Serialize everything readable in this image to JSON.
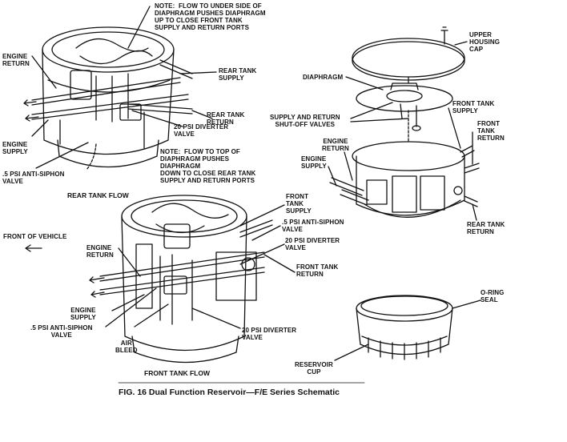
{
  "caption": "FIG. 16 Dual Function Reservoir—F/E Series Schematic",
  "sections": {
    "rear_tank_flow": "REAR TANK FLOW",
    "front_tank_flow": "FRONT TANK FLOW",
    "front_of_vehicle": "FRONT OF VEHICLE"
  },
  "notes": {
    "note_top": "NOTE:  FLOW TO UNDER SIDE OF\nDIAPHRAGM PUSHES DIAPHRAGM\nUP TO CLOSE FRONT TANK\nSUPPLY AND RETURN PORTS",
    "note_mid": "NOTE:  FLOW TO TOP OF\nDIAPHRAGM PUSHES\nDIAPHRAGM\nDOWN TO CLOSE REAR TANK\nSUPPLY AND RETURN PORTS"
  },
  "labels_rear": {
    "engine_return": "ENGINE\nRETURN",
    "engine_supply": "ENGINE\nSUPPLY",
    "rear_tank_supply": "REAR TANK\nSUPPLY",
    "rear_tank_return": "REAR TANK\nRETURN",
    "diverter_valve": "20 PSI DIVERTER\nVALVE",
    "anti_siphon": ".5 PSI ANTI-SIPHON\nVALVE"
  },
  "labels_front": {
    "front_tank_supply": "FRONT\nTANK\nSUPPLY",
    "anti_siphon": ".5 PSI ANTI-SIPHON\nVALVE",
    "diverter_valve": "20 PSI DIVERTER\nVALVE",
    "front_tank_return": "FRONT TANK\nRETURN",
    "engine_return": "ENGINE\nRETURN",
    "engine_supply": "ENGINE\nSUPPLY",
    "anti_siphon_left": ".5 PSI ANTI-SIPHON\nVALVE",
    "air_bleed": "AIR\nBLEED",
    "diverter_valve_bottom": "20 PSI DIVERTER\nVALVE"
  },
  "labels_exploded": {
    "upper_housing_cap": "UPPER\nHOUSING\nCAP",
    "diaphragm": "DIAPHRAGM",
    "shutoff_valves": "SUPPLY AND RETURN\nSHUT-OFF VALVES",
    "front_tank_supply": "FRONT TANK\nSUPPLY",
    "front_tank_return": "FRONT\nTANK\nRETURN",
    "engine_return": "ENGINE\nRETURN",
    "engine_supply": "ENGINE\nSUPPLY",
    "rear_tank_return": "REAR TANK\nRETURN",
    "oring_seal": "O-RING\nSEAL",
    "reservoir_cup": "RESERVOIR\nCUP"
  }
}
